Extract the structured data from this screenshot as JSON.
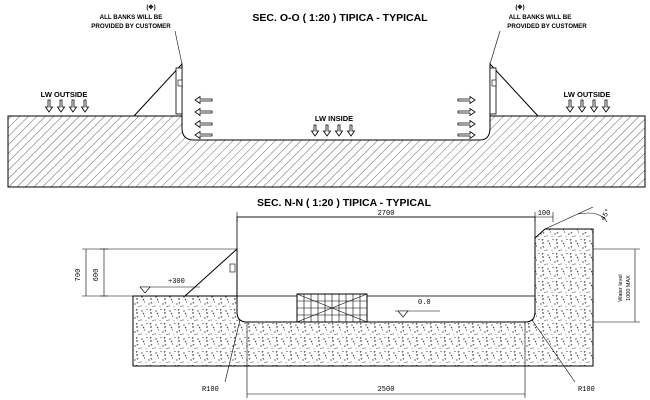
{
  "section_oo": {
    "title": "SEC. O-O ( 1:20 ) TIPICA - TYPICAL",
    "left_note_symbol": "(✥)",
    "left_note_line1": "ALL BANKS WILL BE",
    "left_note_line2": "PROVIDED BY CUSTOMER",
    "right_note_symbol": "(✥)",
    "right_note_line1": "ALL BANKS WILL BE",
    "right_note_line2": "PROVIDED BY CUSTOMER",
    "lw_outside_left": "LW OUTSIDE",
    "lw_outside_right": "LW OUTSIDE",
    "lw_inside": "LW INSIDE"
  },
  "section_nn": {
    "title": "SEC. N-N ( 1:20 ) TIPICA - TYPICAL",
    "dim_top_width": "2700",
    "dim_top_offset": "100",
    "dim_angle": "45°",
    "dim_height_outer": "700",
    "dim_height_inner": "600",
    "level_plus": "+300",
    "level_zero": "0.0",
    "water_level_line1": "Water level",
    "water_level_line2": "1000 MAX",
    "radius_left": "R100",
    "radius_right": "R100",
    "dim_bottom_width": "2500"
  }
}
